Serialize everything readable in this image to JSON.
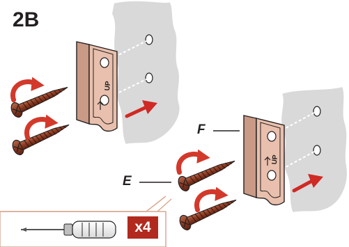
{
  "step": {
    "label": "2B"
  },
  "callouts": {
    "bracket": "F",
    "screw": "E"
  },
  "bracket_marking": "UP",
  "quantity_badge": "x4",
  "colors": {
    "wall": "#d9d9d9",
    "bracket": "#e9c0ad",
    "screw": "#8a3a22",
    "turn_arrow": "#d3392b",
    "push_arrow": "#cf2a25",
    "callout_box": "#d9a992",
    "badge": "#b22a1e"
  },
  "icons": [
    "rotate-clockwise-arrow-icon",
    "push-arrow-icon",
    "screwdriver-icon",
    "wood-screw-icon"
  ]
}
